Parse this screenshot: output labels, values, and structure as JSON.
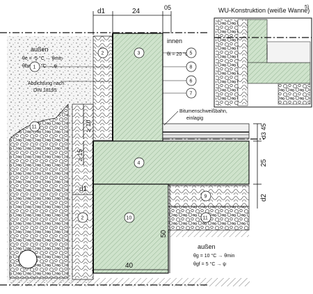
{
  "title": "WU-Konstruktion (weiße Wanne)",
  "title_sup": "5)",
  "outside_top": {
    "heading": "außen",
    "theta_e": "θe  =  -5 °C → θmin",
    "theta_bw": "θbw =  5 °C → ψ"
  },
  "inside_top": {
    "heading": "innen",
    "theta_i": "θi = 20 °C"
  },
  "waterproofing_label_1": "Abdichtung nach",
  "waterproofing_label_2": "DIN 18195",
  "membrane_label_1": "Bitumenschweißbahn,",
  "membrane_label_2": "einlagig",
  "outside_bottom": {
    "heading": "außen",
    "theta_g": "θg  = 10 °C → θmin",
    "theta_gf": "θgf =  5 °C → ψ"
  },
  "dimensions": {
    "d1_top": "d1",
    "wall_24": "24",
    "gap_05": "05",
    "min_10": "≥ 10",
    "min_15": "≥ 15",
    "d1_mid": "d1",
    "slab_25": "25",
    "d3_45": "d3 45",
    "d2": "d2",
    "height_50": "50",
    "width_40": "40"
  },
  "callouts": [
    "1",
    "2",
    "3",
    "4",
    "5",
    "6",
    "7",
    "8",
    "9",
    "10",
    "11",
    "11",
    "2"
  ],
  "colors": {
    "concrete": "#cfe3cc",
    "hatch": "#6b8f6b",
    "insulation": "#ffffff",
    "gravel": "#e8e8e8",
    "ground": "#f3f3f3",
    "line": "#111111"
  }
}
